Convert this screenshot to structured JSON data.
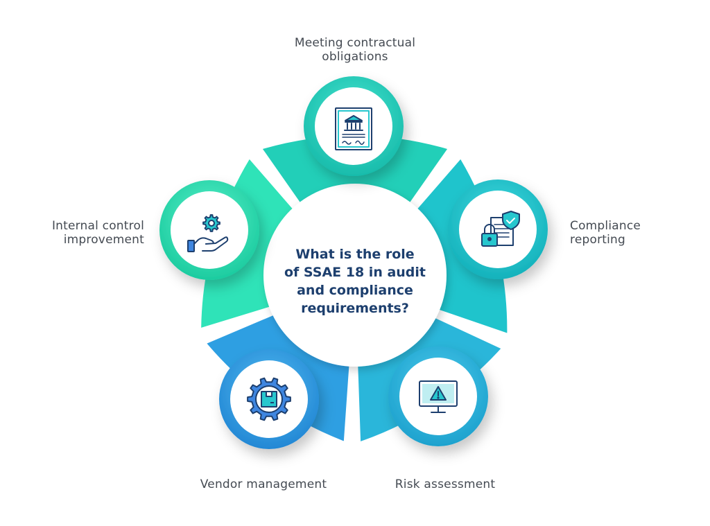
{
  "center": {
    "lines": [
      "What is the role",
      "of SSAE 18 in audit",
      "and compliance",
      "requirements?"
    ]
  },
  "items": [
    {
      "label_lines": [
        "Meeting contractual",
        "obligations"
      ],
      "icon": "contract-document-icon",
      "color": "#22cfb8"
    },
    {
      "label_lines": [
        "Compliance",
        "reporting"
      ],
      "icon": "secure-document-icon",
      "color": "#1fc4cc"
    },
    {
      "label_lines": [
        "Risk assessment"
      ],
      "icon": "monitor-warning-icon",
      "color": "#2ab6da"
    },
    {
      "label_lines": [
        "Vendor management"
      ],
      "icon": "gear-box-icon",
      "color": "#2e9fe2"
    },
    {
      "label_lines": [
        "Internal control",
        "improvement"
      ],
      "icon": "hand-gear-icon",
      "color": "#2fe3b8"
    }
  ],
  "colors": {
    "title": "#1d3f6e",
    "label": "#444a52",
    "icon_stroke": "#1d3f6e",
    "icon_fill": "#27c7ce"
  }
}
